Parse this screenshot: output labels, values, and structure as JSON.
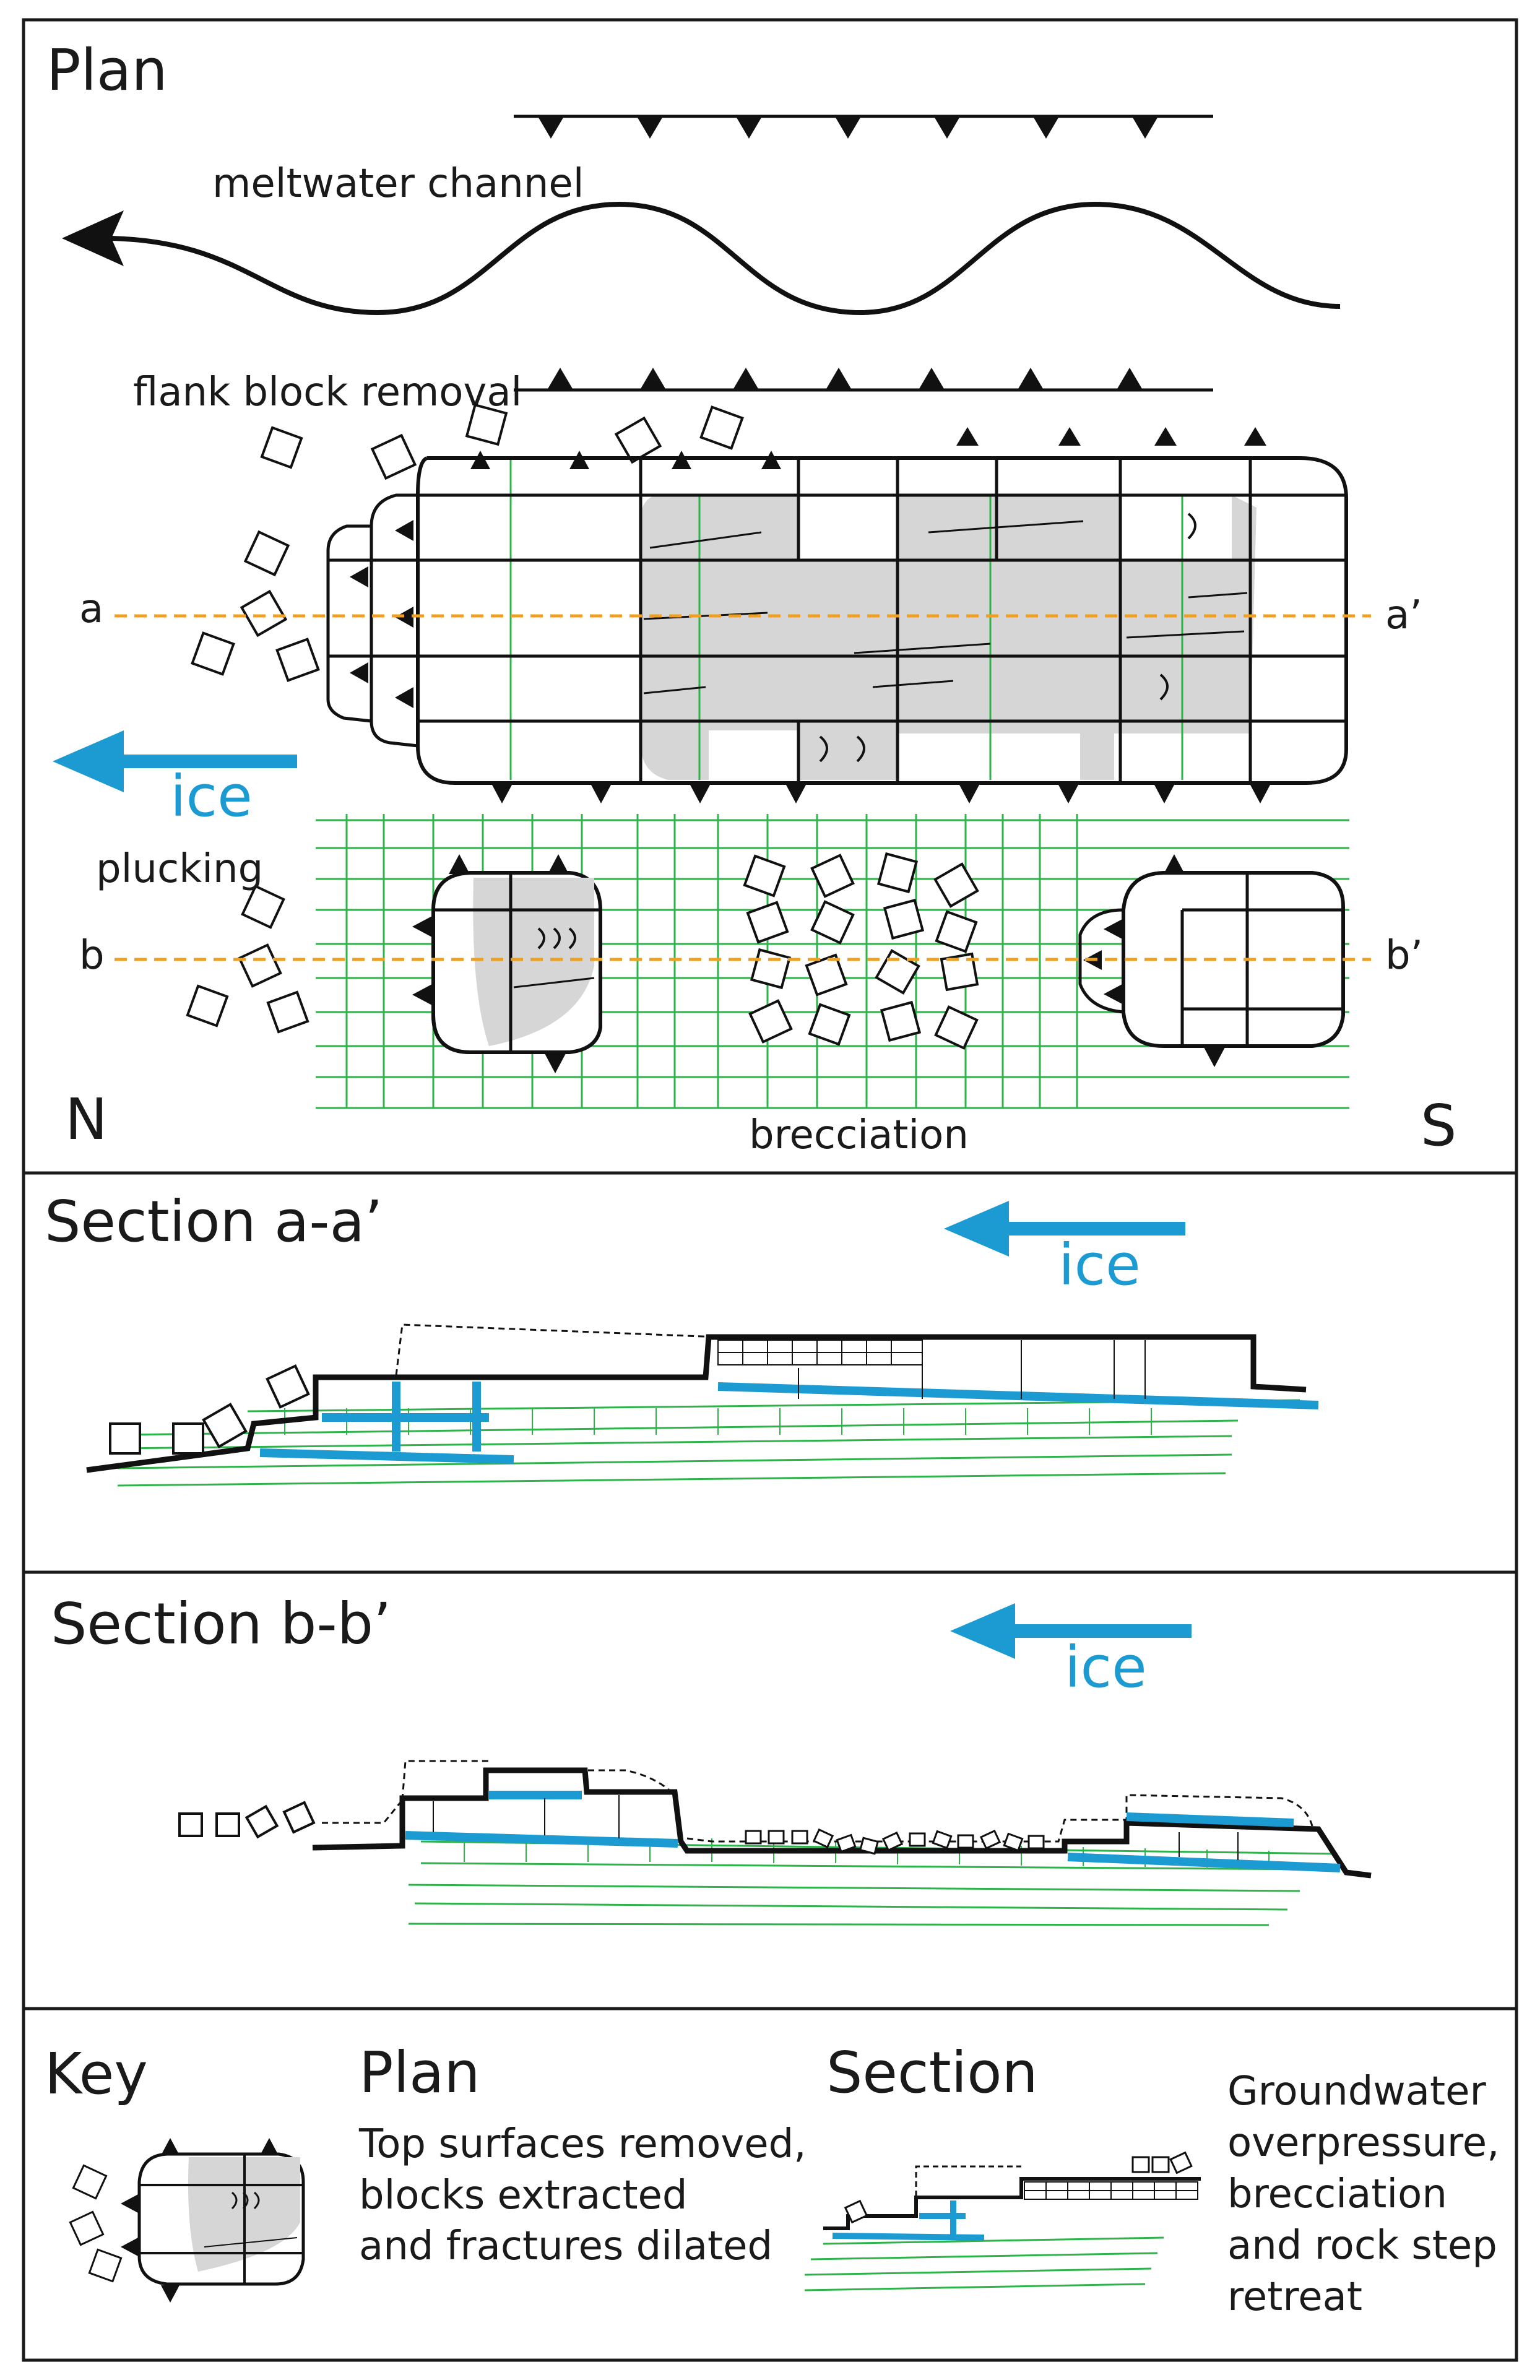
{
  "plan": {
    "title": "Plan",
    "meltwater": "meltwater channel",
    "flank": "flank block removal",
    "ice": "ice",
    "plucking": "plucking",
    "brecciation": "brecciation",
    "north": "N",
    "south": "S",
    "a": "a",
    "a_prime": "a’",
    "b": "b",
    "b_prime": "b’"
  },
  "section_a": {
    "title": "Section a-a’",
    "ice": "ice"
  },
  "section_b": {
    "title": "Section b-b’",
    "ice": "ice"
  },
  "key": {
    "title": "Key",
    "plan_heading": "Plan",
    "plan_lines": [
      "Top surfaces removed,",
      "blocks extracted",
      "and fractures dilated"
    ],
    "section_heading": "Section",
    "section_lines": [
      "Groundwater",
      "overpressure,",
      "brecciation",
      "and rock step",
      "retreat"
    ]
  },
  "colors": {
    "ice_blue": "#1b9bd1",
    "fracture_green": "#2db34a",
    "dashed_orange": "#f0a020",
    "grey_fill": "#d6d6d6",
    "line_black": "#1a1a1a"
  }
}
